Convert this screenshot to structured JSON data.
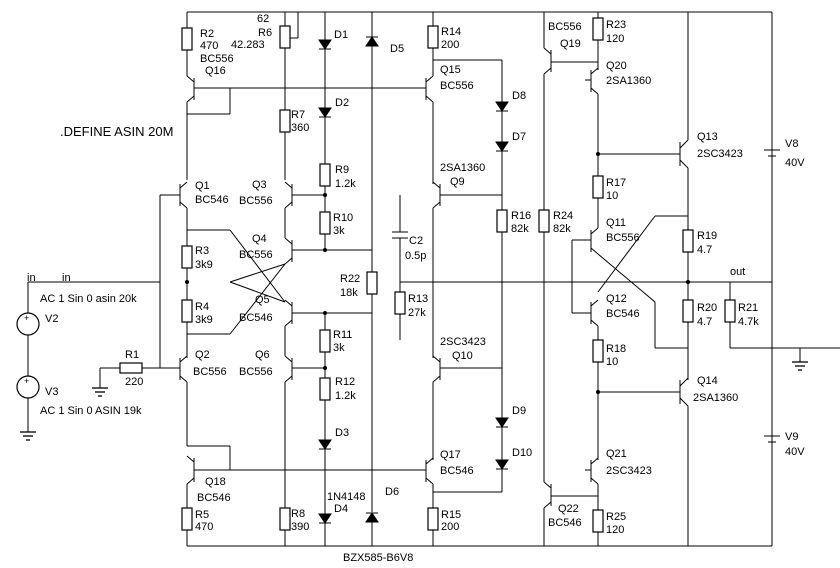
{
  "directive": ".DEFINE ASIN 20M",
  "components": {
    "R2": {
      "ref": "R2",
      "value": "470"
    },
    "R6": {
      "ref": "R6",
      "value": "42.283",
      "extra": "62"
    },
    "D1": {
      "ref": "D1"
    },
    "D5": {
      "ref": "D5"
    },
    "R14": {
      "ref": "R14",
      "value": "200"
    },
    "Q19": {
      "ref": "Q19",
      "model": "BC556"
    },
    "R23": {
      "ref": "R23",
      "value": "120"
    },
    "Q16": {
      "ref": "Q16",
      "model": "BC556"
    },
    "Q15": {
      "ref": "Q15",
      "model": "BC556"
    },
    "Q20": {
      "ref": "Q20",
      "model": "2SA1360"
    },
    "R7": {
      "ref": "R7",
      "value": "360"
    },
    "D2": {
      "ref": "D2"
    },
    "D8": {
      "ref": "D8"
    },
    "D7": {
      "ref": "D7"
    },
    "Q13": {
      "ref": "Q13",
      "model": "2SC3423"
    },
    "V8": {
      "ref": "V8",
      "value": "40V"
    },
    "R9": {
      "ref": "R9",
      "value": "1.2k"
    },
    "Q9": {
      "ref": "Q9",
      "model": "2SA1360"
    },
    "R17": {
      "ref": "R17",
      "value": "10"
    },
    "Q1": {
      "ref": "Q1",
      "model": "BC546"
    },
    "Q3": {
      "ref": "Q3",
      "model": "BC556"
    },
    "R10": {
      "ref": "R10",
      "value": "3k"
    },
    "R16": {
      "ref": "R16",
      "value": "82k"
    },
    "R24": {
      "ref": "R24",
      "value": "82k"
    },
    "Q11": {
      "ref": "Q11",
      "model": "BC556"
    },
    "Q4": {
      "ref": "Q4",
      "model": "BC556"
    },
    "C2": {
      "ref": "C2",
      "value": "0.5p"
    },
    "R19": {
      "ref": "R19",
      "value": "4.7"
    },
    "R3": {
      "ref": "R3",
      "value": "3k9"
    },
    "R22": {
      "ref": "R22",
      "value": "18k"
    },
    "R13": {
      "ref": "R13",
      "value": "27k"
    },
    "R20": {
      "ref": "R20",
      "value": "4.7"
    },
    "R21": {
      "ref": "R21",
      "value": "4.7k"
    },
    "Q5": {
      "ref": "Q5",
      "model": "BC546"
    },
    "R4": {
      "ref": "R4",
      "value": "3k9"
    },
    "Q12": {
      "ref": "Q12",
      "model": "BC546"
    },
    "R11": {
      "ref": "R11",
      "value": "3k"
    },
    "R18": {
      "ref": "R18",
      "value": "10"
    },
    "Q2": {
      "ref": "Q2",
      "model": "BC556"
    },
    "Q6": {
      "ref": "Q6",
      "model": "BC556"
    },
    "R1": {
      "ref": "R1",
      "value": "220"
    },
    "R12": {
      "ref": "R12",
      "value": "1.2k"
    },
    "Q10": {
      "ref": "Q10",
      "model": "2SC3423"
    },
    "Q14": {
      "ref": "Q14",
      "model": "2SA1360"
    },
    "D3": {
      "ref": "D3"
    },
    "D9": {
      "ref": "D9"
    },
    "V9": {
      "ref": "V9",
      "value": "40V"
    },
    "D10": {
      "ref": "D10"
    },
    "Q18": {
      "ref": "Q18",
      "model": "BC546"
    },
    "Q17": {
      "ref": "Q17",
      "model": "BC546"
    },
    "Q21": {
      "ref": "Q21",
      "model": "2SC3423"
    },
    "D6": {
      "ref": "D6"
    },
    "D4": {
      "ref": "D4",
      "model": "1N4148"
    },
    "R5": {
      "ref": "R5",
      "value": "470"
    },
    "R8": {
      "ref": "R8",
      "value": "390"
    },
    "R15": {
      "ref": "R15",
      "value": "200"
    },
    "Q22": {
      "ref": "Q22",
      "model": "BC546"
    },
    "R25": {
      "ref": "R25",
      "value": "120"
    },
    "V2": {
      "ref": "V2",
      "value": "AC 1 Sin 0 asin 20k"
    },
    "V3": {
      "ref": "V3",
      "value": "AC 1 Sin 0 ASIN 19k"
    }
  },
  "nets": {
    "in_left": "in",
    "in_mid": "in",
    "out": "out"
  },
  "zener_model": "BZX585-B6V8"
}
